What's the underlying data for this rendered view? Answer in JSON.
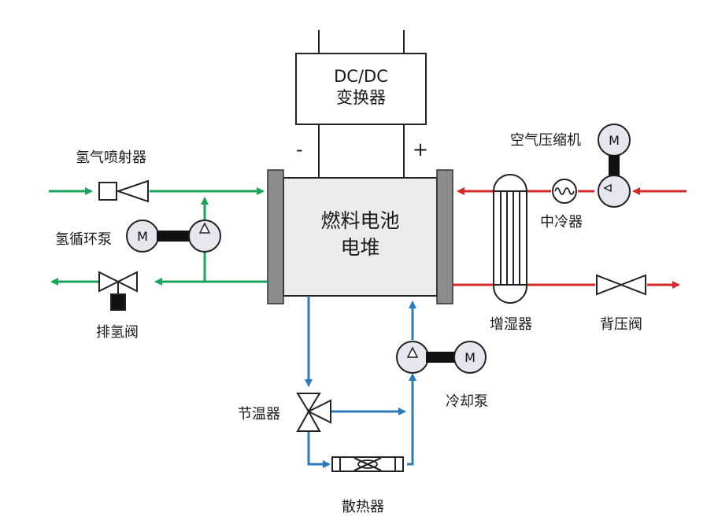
{
  "dcdc": {
    "line1": "DC/DC",
    "line2": "变换器"
  },
  "stack": {
    "line1": "燃料电池",
    "line2": "电堆"
  },
  "polarity": {
    "negative": "-",
    "positive": "+"
  },
  "labels": {
    "h2_ejector": "氢气喷射器",
    "h2_recirc_pump": "氢循环泵",
    "h2_purge_valve": "排氢阀",
    "air_compressor": "空气压缩机",
    "intercooler": "中冷器",
    "humidifier": "增湿器",
    "back_pressure_valve": "背压阀",
    "thermostat": "节温器",
    "coolant_pump": "冷却泵",
    "radiator": "散热器"
  },
  "motor_letter": "M",
  "colors": {
    "hydrogen": "#1aa35a",
    "air": "#d42a2a",
    "coolant": "#2a7bbd",
    "endplate": "#8c8c8c",
    "stack_fill": "#ececec",
    "motor_fill": "#e6e6ee",
    "coupling": "#111111"
  }
}
